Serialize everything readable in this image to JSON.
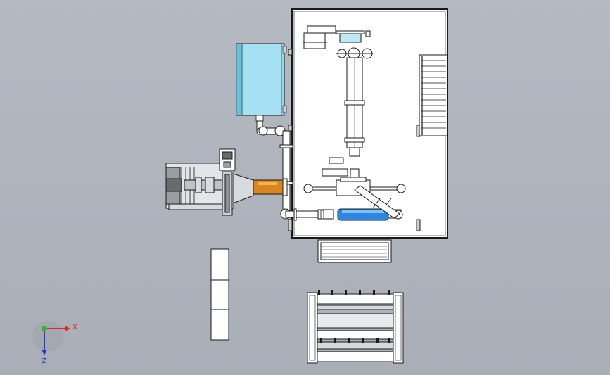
{
  "triad": {
    "x_label": "X",
    "z_label": "Z",
    "x_color": "#e8232a",
    "y_color": "#2fb52f",
    "z_color": "#2a3ac8"
  },
  "colors": {
    "background": "#b1b6bf",
    "line": "#1a1a1a",
    "panel_white": "#ffffff",
    "tank_blue": "#8fd6ee",
    "pipe_blue": "#2e86e0",
    "pipe_orange": "#d9861e",
    "motor_gray": "#6a6a6a"
  },
  "components": [
    {
      "id": "main-frame",
      "icon": "rectangle-frame"
    },
    {
      "id": "water-tank",
      "icon": "cuboid-tank"
    },
    {
      "id": "motor-assembly",
      "icon": "motor"
    },
    {
      "id": "pump-nozzle",
      "icon": "cone-pipe"
    },
    {
      "id": "vertical-column",
      "icon": "column"
    },
    {
      "id": "staircase",
      "icon": "stairs"
    },
    {
      "id": "filter-tray",
      "icon": "tray"
    },
    {
      "id": "roller-cart",
      "icon": "roller-frame"
    },
    {
      "id": "stacked-boxes",
      "icon": "box-stack"
    }
  ]
}
